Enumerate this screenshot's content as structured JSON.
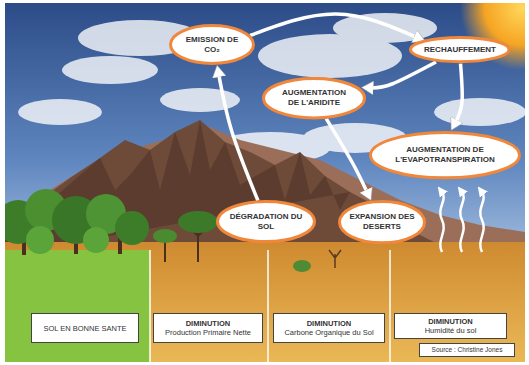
{
  "diagram": {
    "nodes": [
      {
        "text": [
          "EMISSION DE CO₂"
        ]
      },
      {
        "text": [
          "RECHAUFFEMENT"
        ]
      },
      {
        "text": [
          "AUGMENTATION DE L'ARIDITE"
        ]
      },
      {
        "text": [
          "AUGMENTATION DE L'EVAPOTRANSPIRATION"
        ]
      },
      {
        "text": [
          "DÉGRADATION DU SOL"
        ]
      },
      {
        "text": [
          "EXPANSION DES DESERTS"
        ]
      },
      {
        "text": [
          "SOL EN BONNE SANTE"
        ]
      },
      {
        "text": [
          "DIMINUTION",
          "Production Primaire Nette"
        ]
      },
      {
        "text": [
          "DIMINUTION",
          "Carbone Organique du Sol"
        ]
      },
      {
        "text": [
          "DIMINUTION",
          "Humidité du sol"
        ]
      },
      {
        "text": [
          "Source : Christine Jones"
        ]
      }
    ],
    "edges": [
      {
        "from": 4,
        "to": 0,
        "arrow": "to"
      },
      {
        "from": 0,
        "to": 1,
        "arrow": "to"
      },
      {
        "from": 1,
        "to": 2,
        "arrow": "to"
      },
      {
        "from": 1,
        "to": 3,
        "arrow": "to"
      },
      {
        "from": 2,
        "to": 5,
        "arrow": "to"
      }
    ]
  }
}
